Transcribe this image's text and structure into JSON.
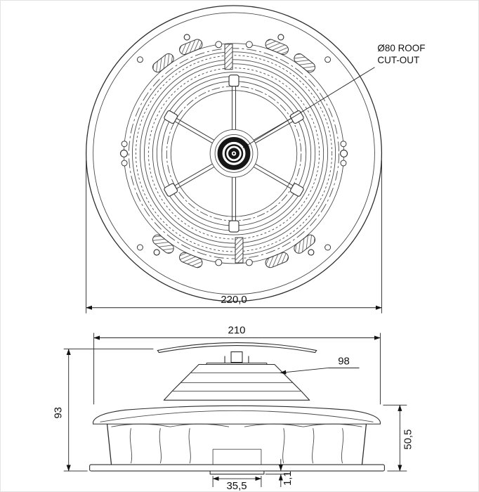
{
  "annotation": {
    "roof_cutout_line1": "Ø80 ROOF",
    "roof_cutout_line2": "CUT-OUT"
  },
  "dims": {
    "outer_diameter": "220,0",
    "overall_width": "210",
    "cap_diameter": "98",
    "overall_height": "93",
    "base_height": "50,5",
    "outlet_width": "35,5",
    "plate_thickness": "1,1"
  }
}
